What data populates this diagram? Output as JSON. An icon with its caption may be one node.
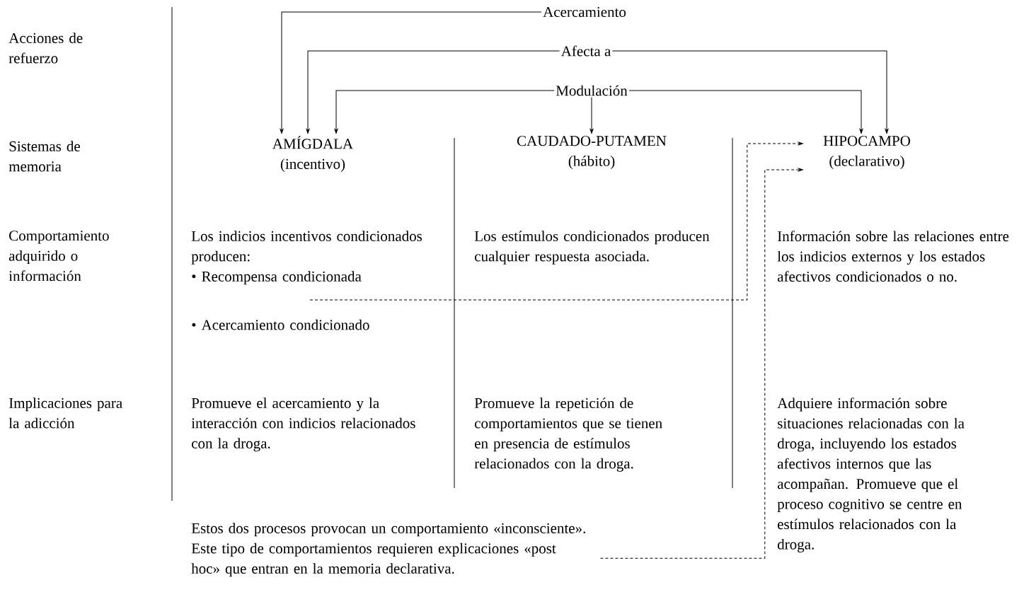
{
  "diagram": {
    "nodes": [
      {
        "text": [
          "Acercamiento"
        ]
      },
      {
        "text": [
          "Afecta a"
        ]
      },
      {
        "text": [
          "Modulación"
        ]
      },
      {
        "text": [
          "AMÍGDALA",
          "(incentivo)"
        ]
      },
      {
        "text": [
          "CAUDADO-PUTAMEN",
          "(hábito)"
        ]
      },
      {
        "text": [
          "HIPOCAMPO",
          "(declarativo)"
        ]
      },
      {
        "text": [
          "Los indicios incentivos condicionados producen:",
          "• Recompensa condicionada",
          "• Acercamiento condicionado"
        ]
      },
      {
        "text": [
          "Los estímulos condicionados producen cualquier respuesta asociada."
        ]
      },
      {
        "text": [
          "Información sobre las relaciones entre los indicios externos y los estados afectivos condicionados o no."
        ]
      },
      {
        "text": [
          "Promueve el acercamiento y la interacción con indicios relacionados con la droga."
        ]
      },
      {
        "text": [
          "Promueve la repetición de comportamientos que se tienen en presencia de estímulos relacionados con la droga."
        ]
      },
      {
        "text": [
          "Adquiere información sobre situaciones relacionadas con la droga, incluyendo los estados afectivos internos que las acompañan. Promueve que el proceso cognitivo se centre en estímulos relacionados con la droga."
        ]
      },
      {
        "text": [
          "Estos dos procesos provocan un comportamiento «inconsciente». Este tipo de comportamientos requieren explicaciones «post hoc» que entran en la memoria declarativa."
        ]
      }
    ],
    "edges": [
      {
        "from": 0,
        "to": 3,
        "arrow": "to"
      },
      {
        "from": 1,
        "to": 3,
        "arrow": "to"
      },
      {
        "from": 1,
        "to": 5,
        "arrow": "to"
      },
      {
        "from": 2,
        "to": 3,
        "arrow": "to"
      },
      {
        "from": 2,
        "to": 4,
        "arrow": "to"
      },
      {
        "from": 2,
        "to": 5,
        "arrow": "to"
      },
      {
        "from": 6,
        "to": 5,
        "arrow": "to",
        "style": "dashed"
      },
      {
        "from": 12,
        "to": 5,
        "arrow": "to",
        "style": "dashed"
      }
    ],
    "labels": [
      "Acciones de refuerzo",
      "Sistemas de memoria",
      "Comportamiento adquirido o información",
      "Implicaciones para la adicción"
    ]
  }
}
